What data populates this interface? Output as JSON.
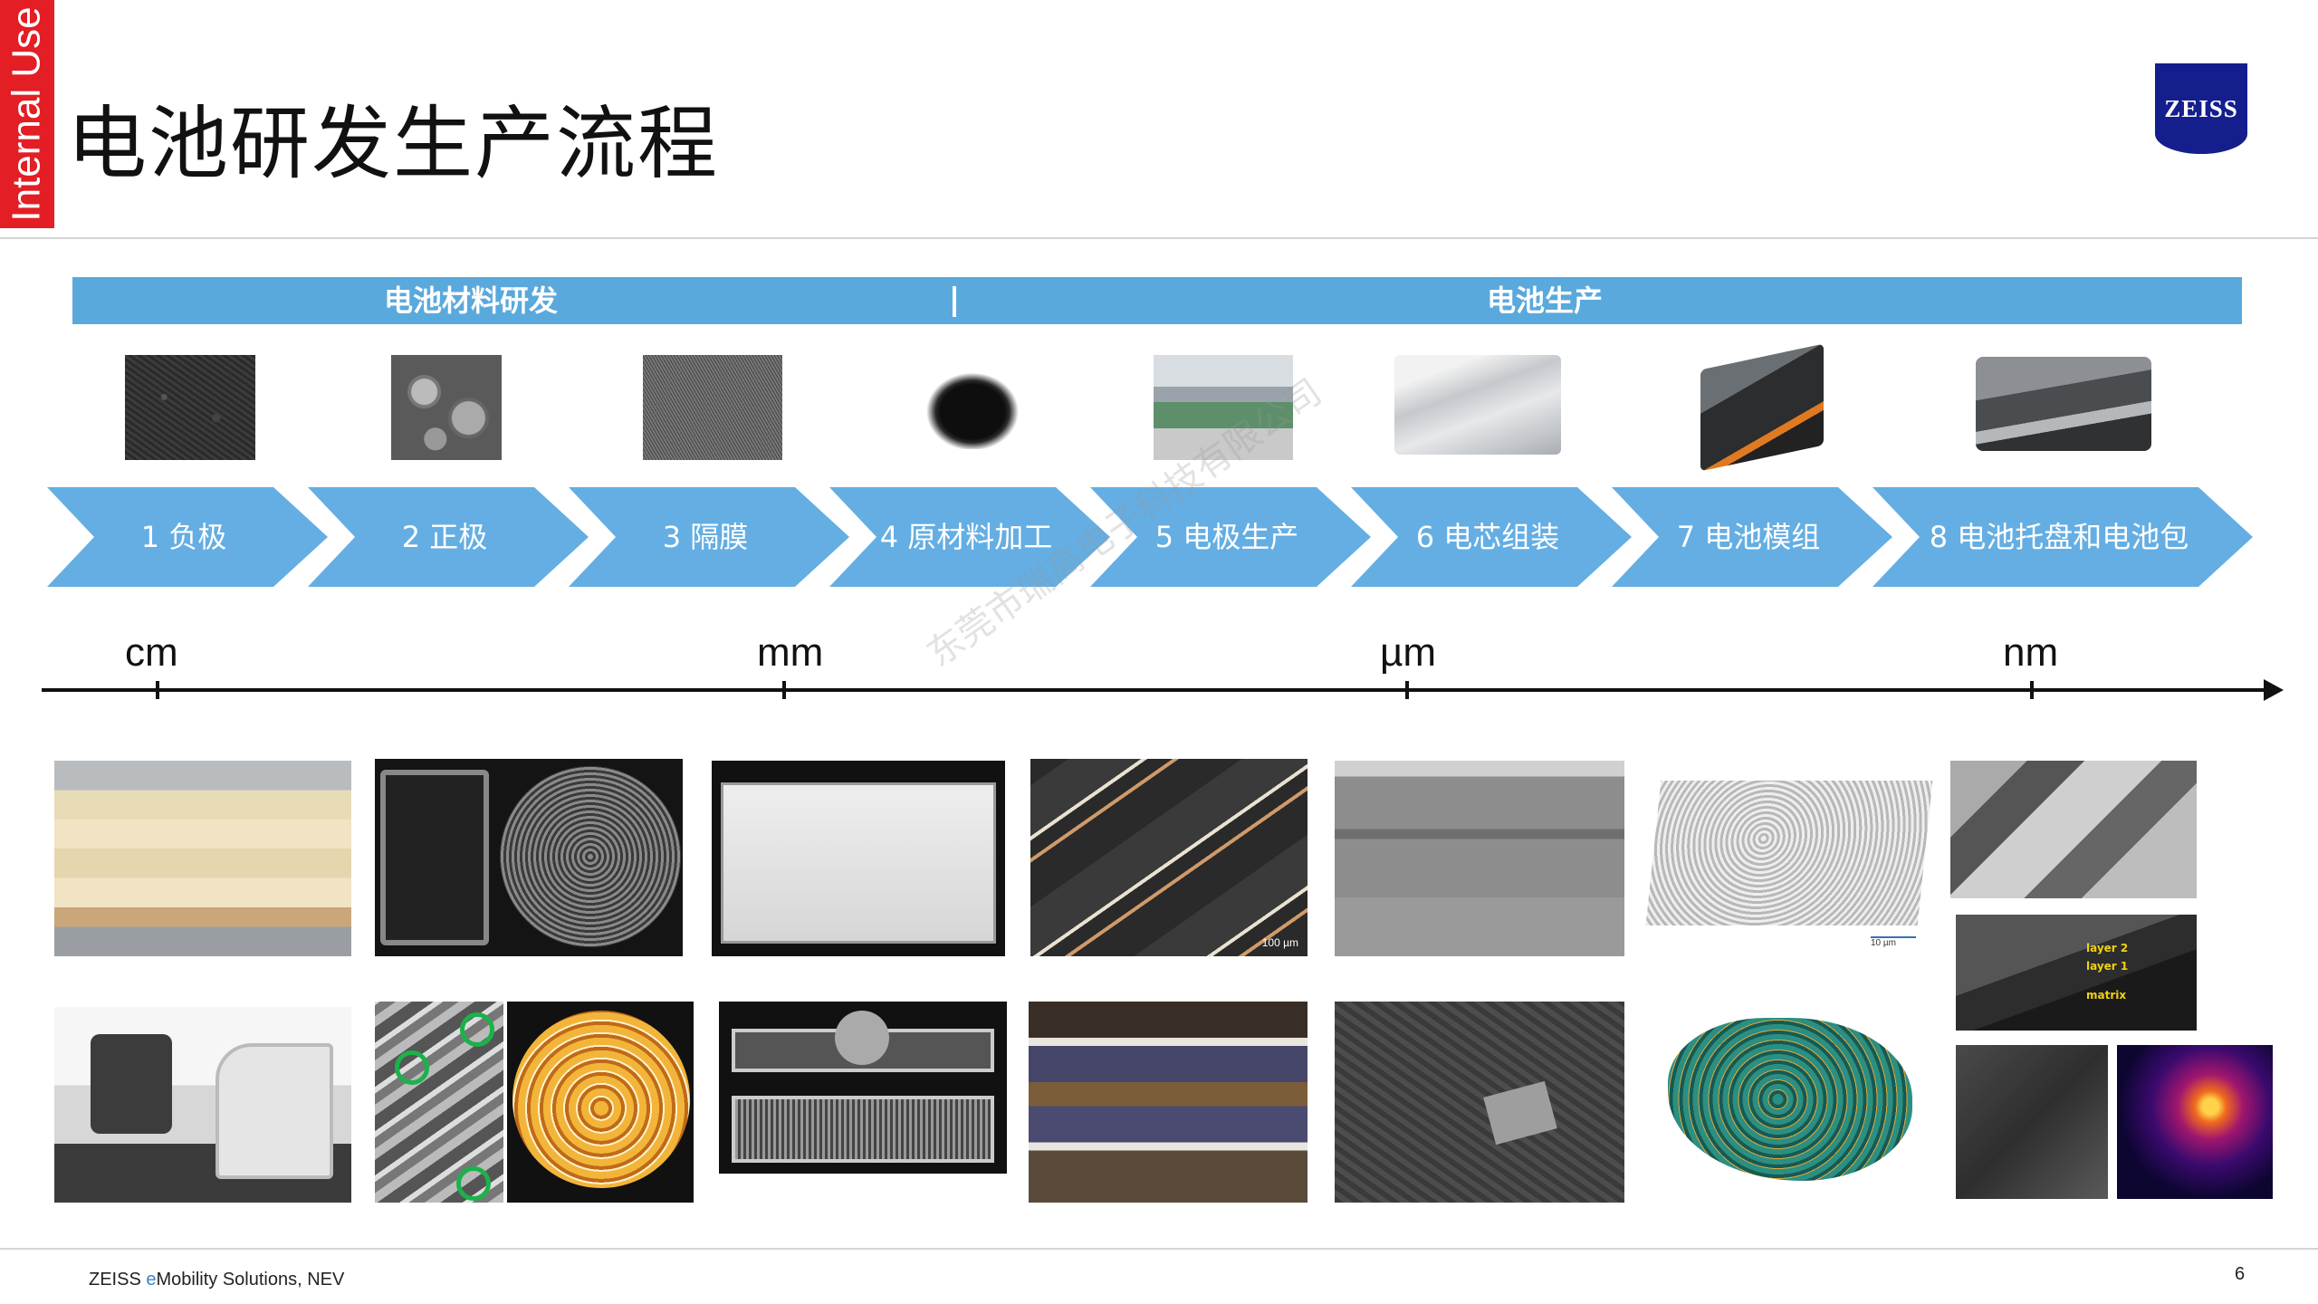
{
  "side_tag": "Internal Use",
  "title": "电池研发生产流程",
  "logo": "ZEISS",
  "band": {
    "left_label": "电池材料研发",
    "right_label": "电池生产"
  },
  "steps": [
    {
      "label": "1 负极"
    },
    {
      "label": "2 正极"
    },
    {
      "label": "3 隔膜"
    },
    {
      "label": "4 原材料加工"
    },
    {
      "label": "5 电极生产"
    },
    {
      "label": "6 电芯组装"
    },
    {
      "label": "7 电池模组"
    },
    {
      "label": "8 电池托盘和电池包"
    }
  ],
  "scale": [
    "cm",
    "mm",
    "µm",
    "nm"
  ],
  "photo_captions": {
    "scale_bar_1": "100 µm",
    "scale_bar_2": "10 µm",
    "layer_2": "layer 2",
    "layer_1": "layer 1",
    "matrix": "matrix"
  },
  "watermark": "东莞市瑞高电子科技有限公司",
  "footer": {
    "brand": "ZEISS ",
    "e": "e",
    "rest": "Mobility Solutions, NEV"
  },
  "page_number": "6",
  "colors": {
    "accent_red": "#e31e24",
    "band_blue": "#5aa9dd",
    "chevron_blue": "#64aee3",
    "zeiss_blue": "#141e8c"
  }
}
